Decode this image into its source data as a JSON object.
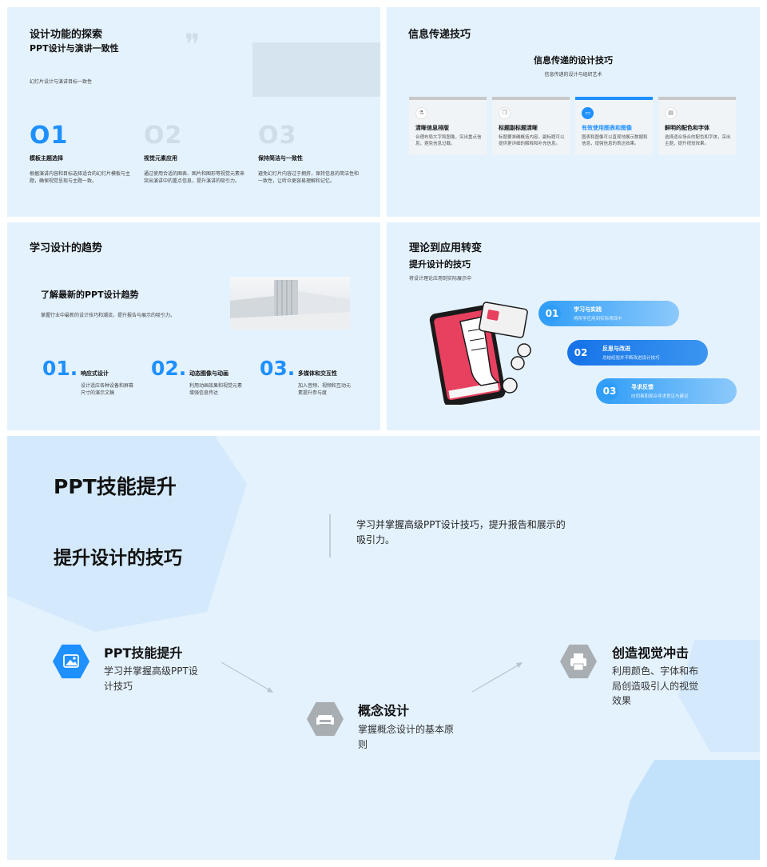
{
  "slide1": {
    "title": "设计功能的探索",
    "subtitle": "PPT设计与演讲一致性",
    "quote_mark": "❞",
    "desc": "幻灯片设计与演讲目标一致性",
    "items": [
      {
        "num": "O1",
        "title": "模板主题选择",
        "desc": "根据演讲内容和目标选择适合的幻灯片模板与主题，确保视觉呈现与主题一致。"
      },
      {
        "num": "O2",
        "title": "视觉元素应用",
        "desc": "通过使用合适的图表、图片和图形等视觉元素来突出演讲中的重点信息，提升演讲的吸引力。"
      },
      {
        "num": "O3",
        "title": "保持简洁与一致性",
        "desc": "避免幻灯片内容过于拥挤，保持信息的简洁性和一致性，让听众更容易理解和记忆。"
      }
    ]
  },
  "slide2": {
    "title": "信息传递技巧",
    "center_title": "信息传递的设计技巧",
    "center_sub": "信息传递的设计与组织艺术",
    "cards": [
      {
        "icon": "flask-icon",
        "glyph": "⚗",
        "title": "清晰信息排版",
        "desc": "合理布局文字和图像，突出重点信息，避免信息过载。"
      },
      {
        "icon": "layers-icon",
        "glyph": "❒",
        "title": "标题副标题清晰",
        "desc": "标题要准确概括内容，副标题可以提供更详细的解释和补充信息。"
      },
      {
        "icon": "monitor-icon",
        "glyph": "▭",
        "title": "有效使用图表和图像",
        "desc": "图表和图像可以直观地展示数据和信息，增强信息的表达效果。"
      },
      {
        "icon": "document-icon",
        "glyph": "▤",
        "title": "鲜明的配色和字体",
        "desc": "选择适合场合的配色和字体，突出主题，提升视觉效果。"
      }
    ],
    "active_color": "#1e90ff"
  },
  "slide3": {
    "title": "学习设计的趋势",
    "heading": "了解最新的PPT设计趋势",
    "desc": "掌握行业中最新的设计技巧和潮流，提升报告与展示的吸引力。",
    "items": [
      {
        "num": "01.",
        "title": "响应式设计",
        "desc": "设计适应各种设备和屏幕尺寸的演示文稿"
      },
      {
        "num": "02.",
        "title": "动态图像与动画",
        "desc": "利用动画效果和视觉元素增强信息传达"
      },
      {
        "num": "03.",
        "title": "多媒体和交互性",
        "desc": "加入音频、视频和互动元素提升参与度"
      }
    ]
  },
  "slide4": {
    "title": "理论到应用转变",
    "subtitle": "提升设计的技巧",
    "desc": "将设计理论应用到实际展示中",
    "pills": [
      {
        "num": "01",
        "title": "学习与实践",
        "desc": "将所学应用到实际项目中"
      },
      {
        "num": "02",
        "title": "反思与改进",
        "desc": "总结经验并不断改进设计技巧"
      },
      {
        "num": "03",
        "title": "寻求反馈",
        "desc": "向同事和观众寻求意见与建议"
      }
    ]
  },
  "slide5": {
    "title": "PPT技能提升",
    "subtitle": "提升设计的技巧",
    "intro": "学习并掌握高级PPT设计技巧，提升报告和展示的吸引力。",
    "features": [
      {
        "icon": "image-icon",
        "title": "PPT技能提升",
        "desc": "学习并掌握高级PPT设计技巧"
      },
      {
        "icon": "sofa-icon",
        "title": "概念设计",
        "desc": "掌握概念设计的基本原则"
      },
      {
        "icon": "printer-icon",
        "title": "创造视觉冲击",
        "desc": "利用颜色、字体和布局创造吸引人的视觉效果"
      }
    ],
    "primary_color": "#1e90ff",
    "secondary_color": "#a9aeb3"
  }
}
